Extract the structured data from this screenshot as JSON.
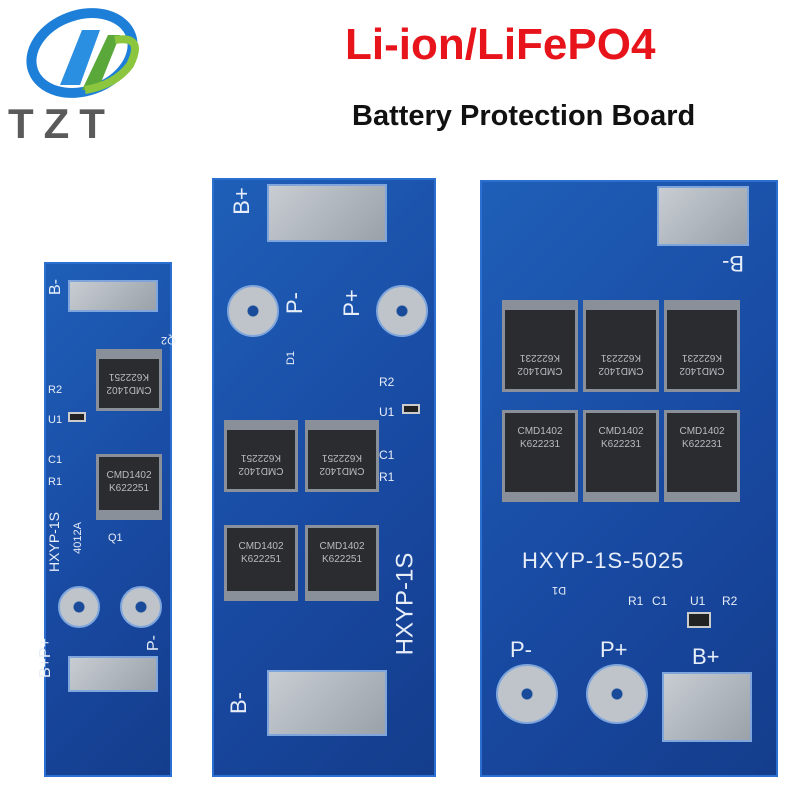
{
  "logo": {
    "text": "TZT",
    "colors": {
      "blue": "#1e7fd8",
      "green": "#6cb33e",
      "gray": "#5a5a5a"
    }
  },
  "header": {
    "title": "Li-ion/LiFePO4",
    "subtitle": "Battery Protection Board",
    "title_color": "#e8141b"
  },
  "boards": [
    {
      "labels": {
        "bminus": "B-",
        "bplus_pplus": "B+P+",
        "pminus": "P-",
        "model": "HXYP-1S",
        "code": "4012A",
        "q1": "Q1",
        "q2": "Q2",
        "r2": "R2",
        "u1": "U1",
        "c1": "C1",
        "r1": "R1"
      },
      "chips": [
        {
          "l1": "CMD1402",
          "l2": "K622251"
        },
        {
          "l1": "CMD1402",
          "l2": "K622251"
        }
      ]
    },
    {
      "labels": {
        "bplus": "B+",
        "pminus": "P-",
        "pplus": "P+",
        "d1": "D1",
        "r2": "R2",
        "u1": "U1",
        "c1": "C1",
        "r1": "R1",
        "model": "HXYP-1S",
        "bminus": "B-"
      },
      "chips": [
        {
          "l1": "CMD1402",
          "l2": "K622251"
        },
        {
          "l1": "CMD1402",
          "l2": "K622251"
        },
        {
          "l1": "CMD1402",
          "l2": "K622251"
        },
        {
          "l1": "CMD1402",
          "l2": "K622251"
        }
      ]
    },
    {
      "labels": {
        "bminus": "B-",
        "model": "HXYP-1S-5025",
        "d1": "D1",
        "r1": "R1",
        "c1": "C1",
        "u1": "U1",
        "r2": "R2",
        "pminus": "P-",
        "pplus": "P+",
        "bplus": "B+"
      },
      "chips": [
        {
          "l1": "CMD1402",
          "l2": "K622231"
        },
        {
          "l1": "CMD1402",
          "l2": "K622231"
        },
        {
          "l1": "CMD1402",
          "l2": "K622231"
        },
        {
          "l1": "CMD1402",
          "l2": "K622231"
        },
        {
          "l1": "CMD1402",
          "l2": "K622231"
        },
        {
          "l1": "CMD1402",
          "l2": "K622231"
        }
      ]
    }
  ]
}
